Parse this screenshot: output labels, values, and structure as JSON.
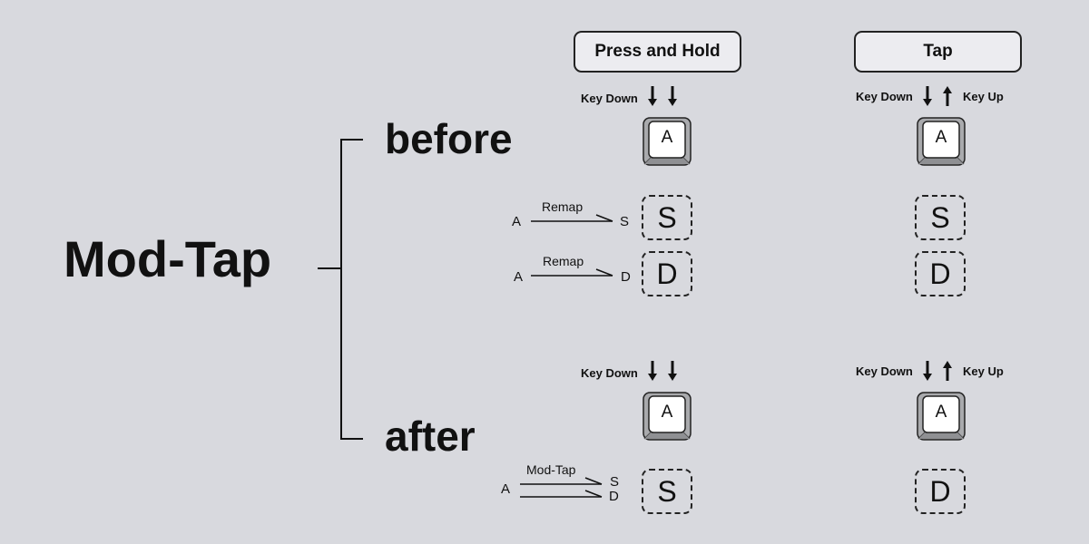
{
  "title": "Mod-Tap",
  "sections": {
    "before": "before",
    "after": "after"
  },
  "columns": {
    "press_hold": "Press and Hold",
    "tap": "Tap"
  },
  "labels": {
    "key_down": "Key Down",
    "key_up": "Key Up"
  },
  "key": "A",
  "before": {
    "remap1": {
      "from": "A",
      "label": "Remap",
      "to": "S",
      "result_hold": "S",
      "result_tap": "S"
    },
    "remap2": {
      "from": "A",
      "label": "Remap",
      "to": "D",
      "result_hold": "D",
      "result_tap": "D"
    }
  },
  "after": {
    "from": "A",
    "label": "Mod-Tap",
    "to1": "S",
    "to2": "D",
    "result_hold": "S",
    "result_tap": "D"
  }
}
